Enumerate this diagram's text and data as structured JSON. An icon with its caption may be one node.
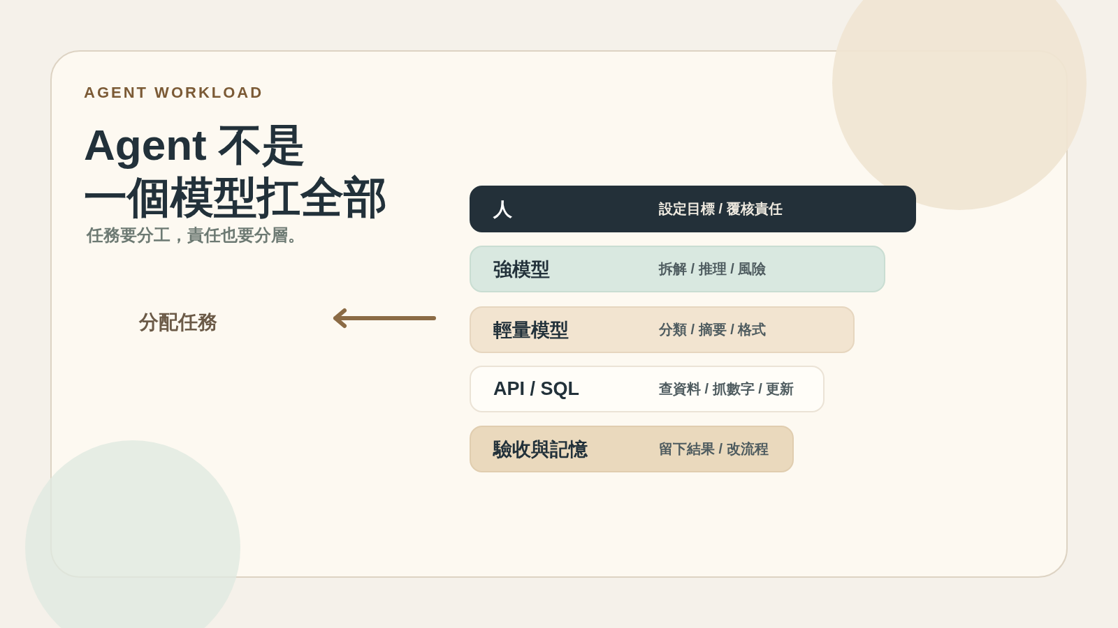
{
  "diagram": {
    "title": "Agent 不是一個模型扛全部",
    "nodes": [
      {
        "text": [
          "人",
          "設定目標 / 覆核責任"
        ]
      },
      {
        "text": [
          "強模型",
          "拆解 / 推理 / 風險"
        ]
      },
      {
        "text": [
          "輕量模型",
          "分類 / 摘要 / 格式"
        ]
      },
      {
        "text": [
          "API / SQL",
          "查資料 / 抓數字 / 更新"
        ]
      },
      {
        "text": [
          "驗收與記憶",
          "留下結果 / 改流程"
        ]
      }
    ],
    "labels": [
      "AGENT WORKLOAD",
      "任務要分工，責任也要分層。",
      "分配任務"
    ]
  }
}
